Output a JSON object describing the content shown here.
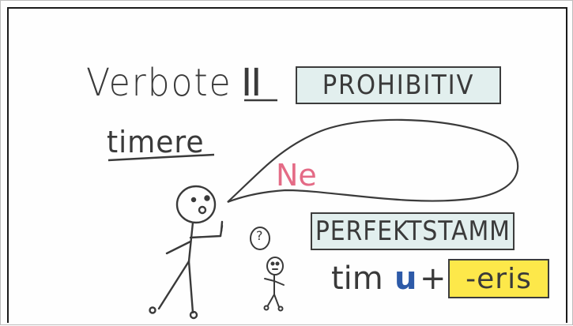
{
  "board": {
    "title_word": "Verbote",
    "title_roman": "II",
    "mood_label": "PROHIBITIV",
    "verb": "timere",
    "speech_word": "Ne",
    "stem_label": "PERFEKTSTAMM",
    "stem_prefix": "tim",
    "stem_vowel": "u",
    "plus": "+",
    "ending": "-eris",
    "child_question": "?"
  },
  "colors": {
    "highlight_blue": "#e2efee",
    "highlight_yellow": "#fde84a",
    "speech_pink": "#e46b86",
    "vowel_blue": "#2d5aa8",
    "ink": "#3a3a3a"
  }
}
